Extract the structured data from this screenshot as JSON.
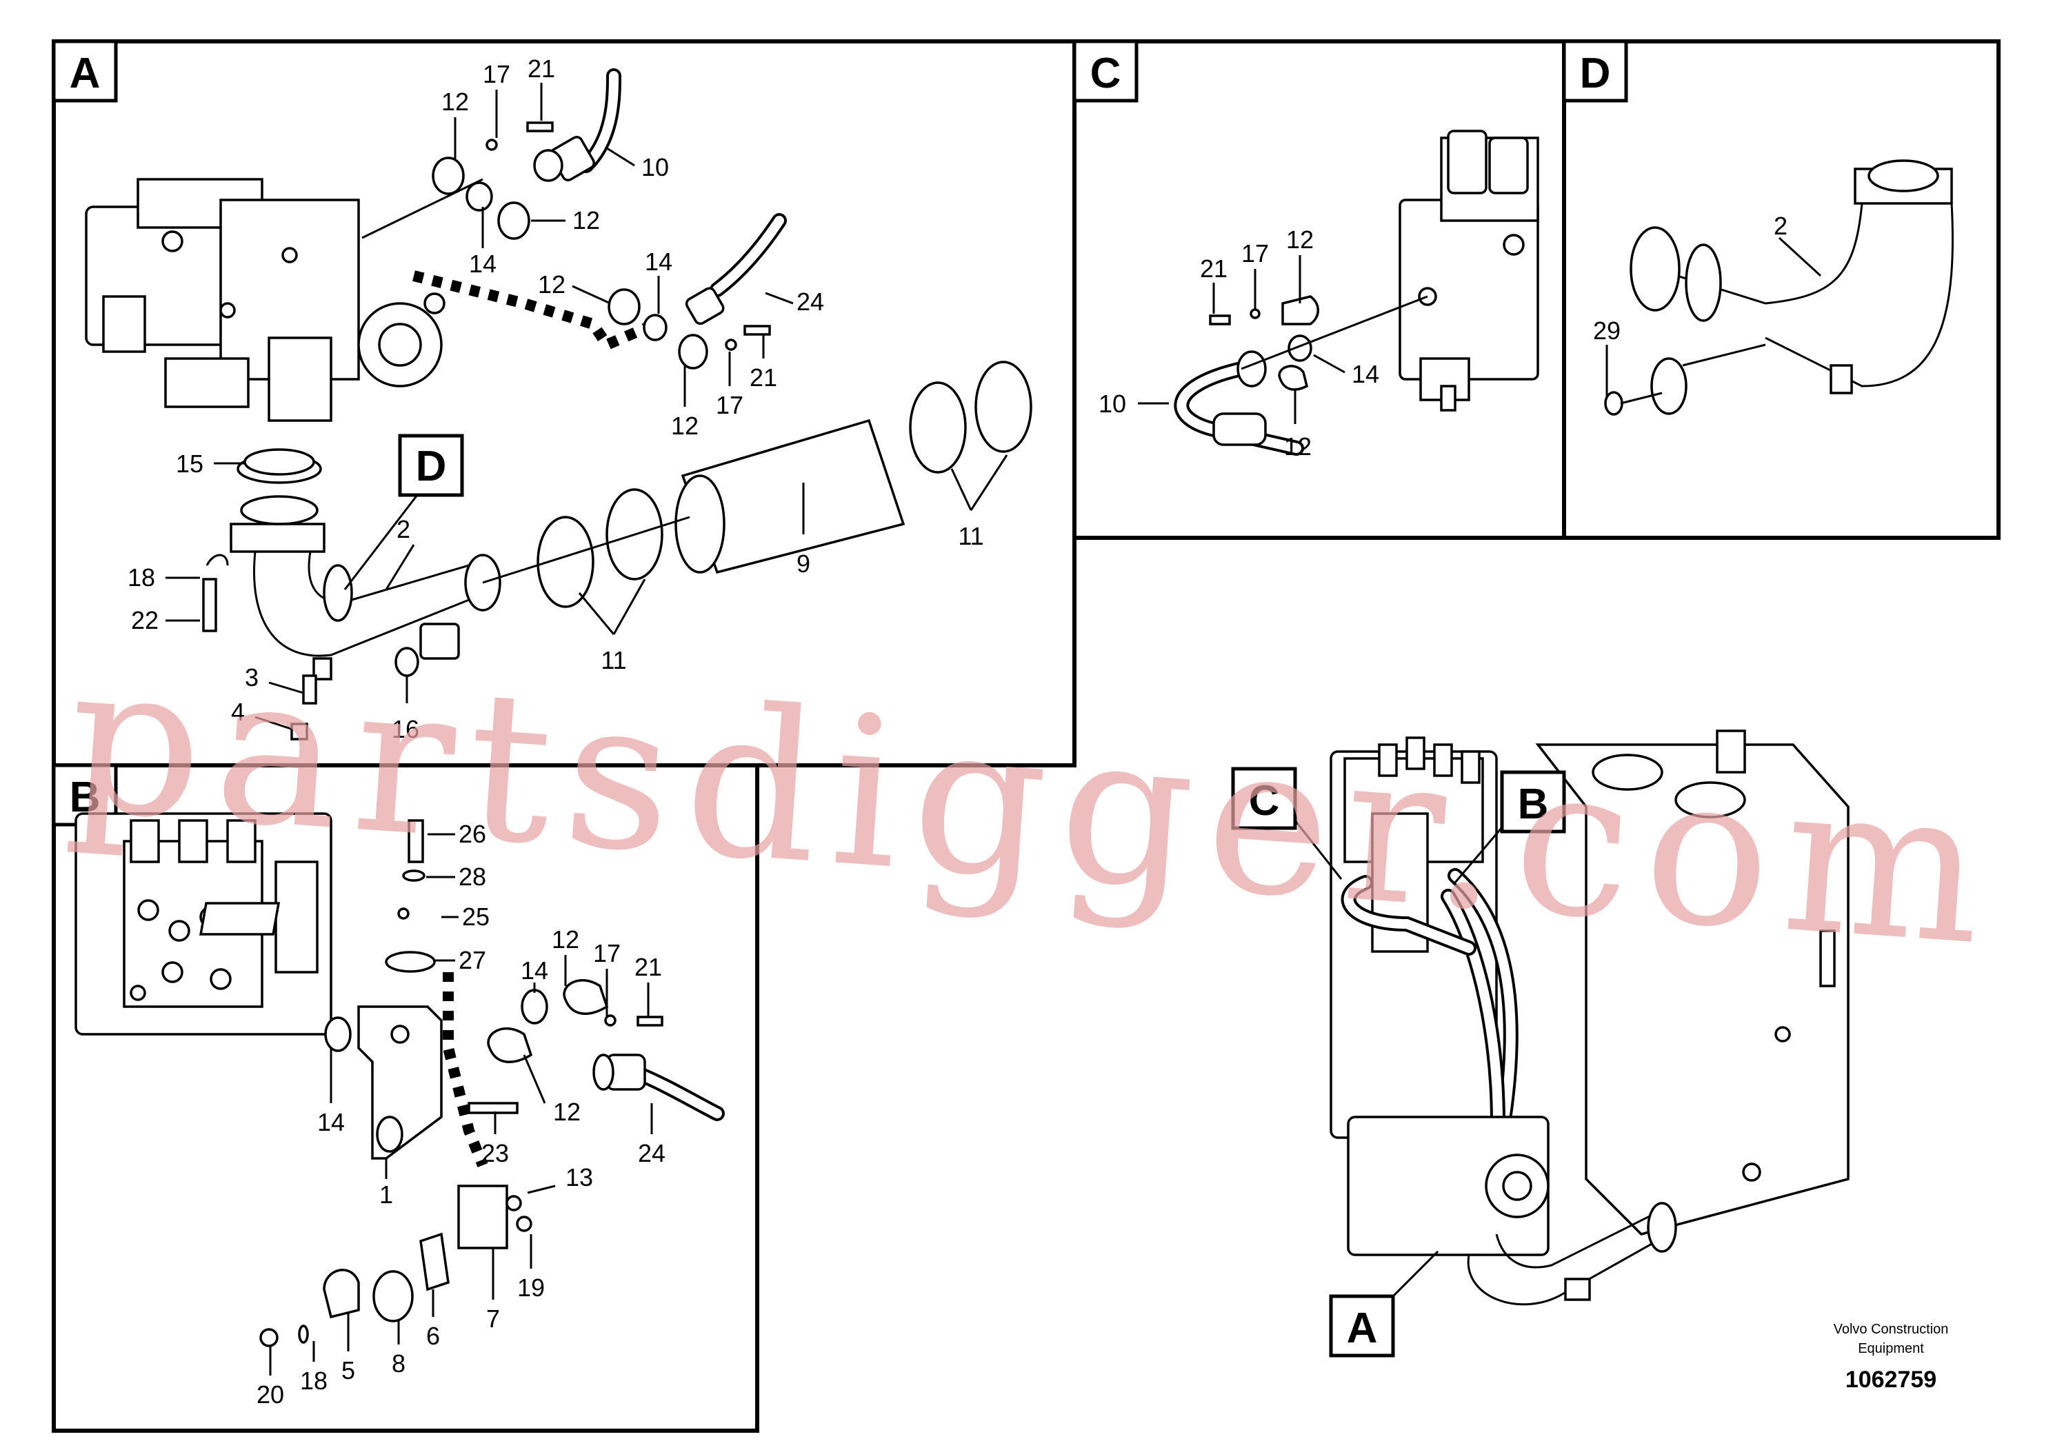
{
  "panels": {
    "A": {
      "label": "A",
      "callouts": [
        "12",
        "17",
        "21",
        "10",
        "14",
        "12",
        "14",
        "12",
        "24",
        "12",
        "17",
        "21",
        "15",
        "D",
        "2",
        "9",
        "11",
        "18",
        "22",
        "3",
        "4",
        "16",
        "11"
      ]
    },
    "B": {
      "label": "B",
      "callouts": [
        "26",
        "28",
        "25",
        "27",
        "12",
        "14",
        "17",
        "21",
        "1",
        "14",
        "12",
        "23",
        "24",
        "13",
        "19",
        "7",
        "6",
        "8",
        "5",
        "18",
        "20"
      ]
    },
    "C": {
      "label": "C",
      "callouts": [
        "12",
        "17",
        "21",
        "14",
        "10",
        "12"
      ]
    },
    "D": {
      "label": "D",
      "callouts": [
        "2",
        "29"
      ]
    }
  },
  "overview": {
    "tags": [
      "C",
      "B",
      "A"
    ]
  },
  "footer": {
    "publisher_line1": "Volvo Construction",
    "publisher_line2": "Equipment",
    "drawing_number": "1062759"
  },
  "watermark": "partsdigger.com",
  "colors": {
    "line": "#000000",
    "watermark": "#e8a3a3"
  }
}
